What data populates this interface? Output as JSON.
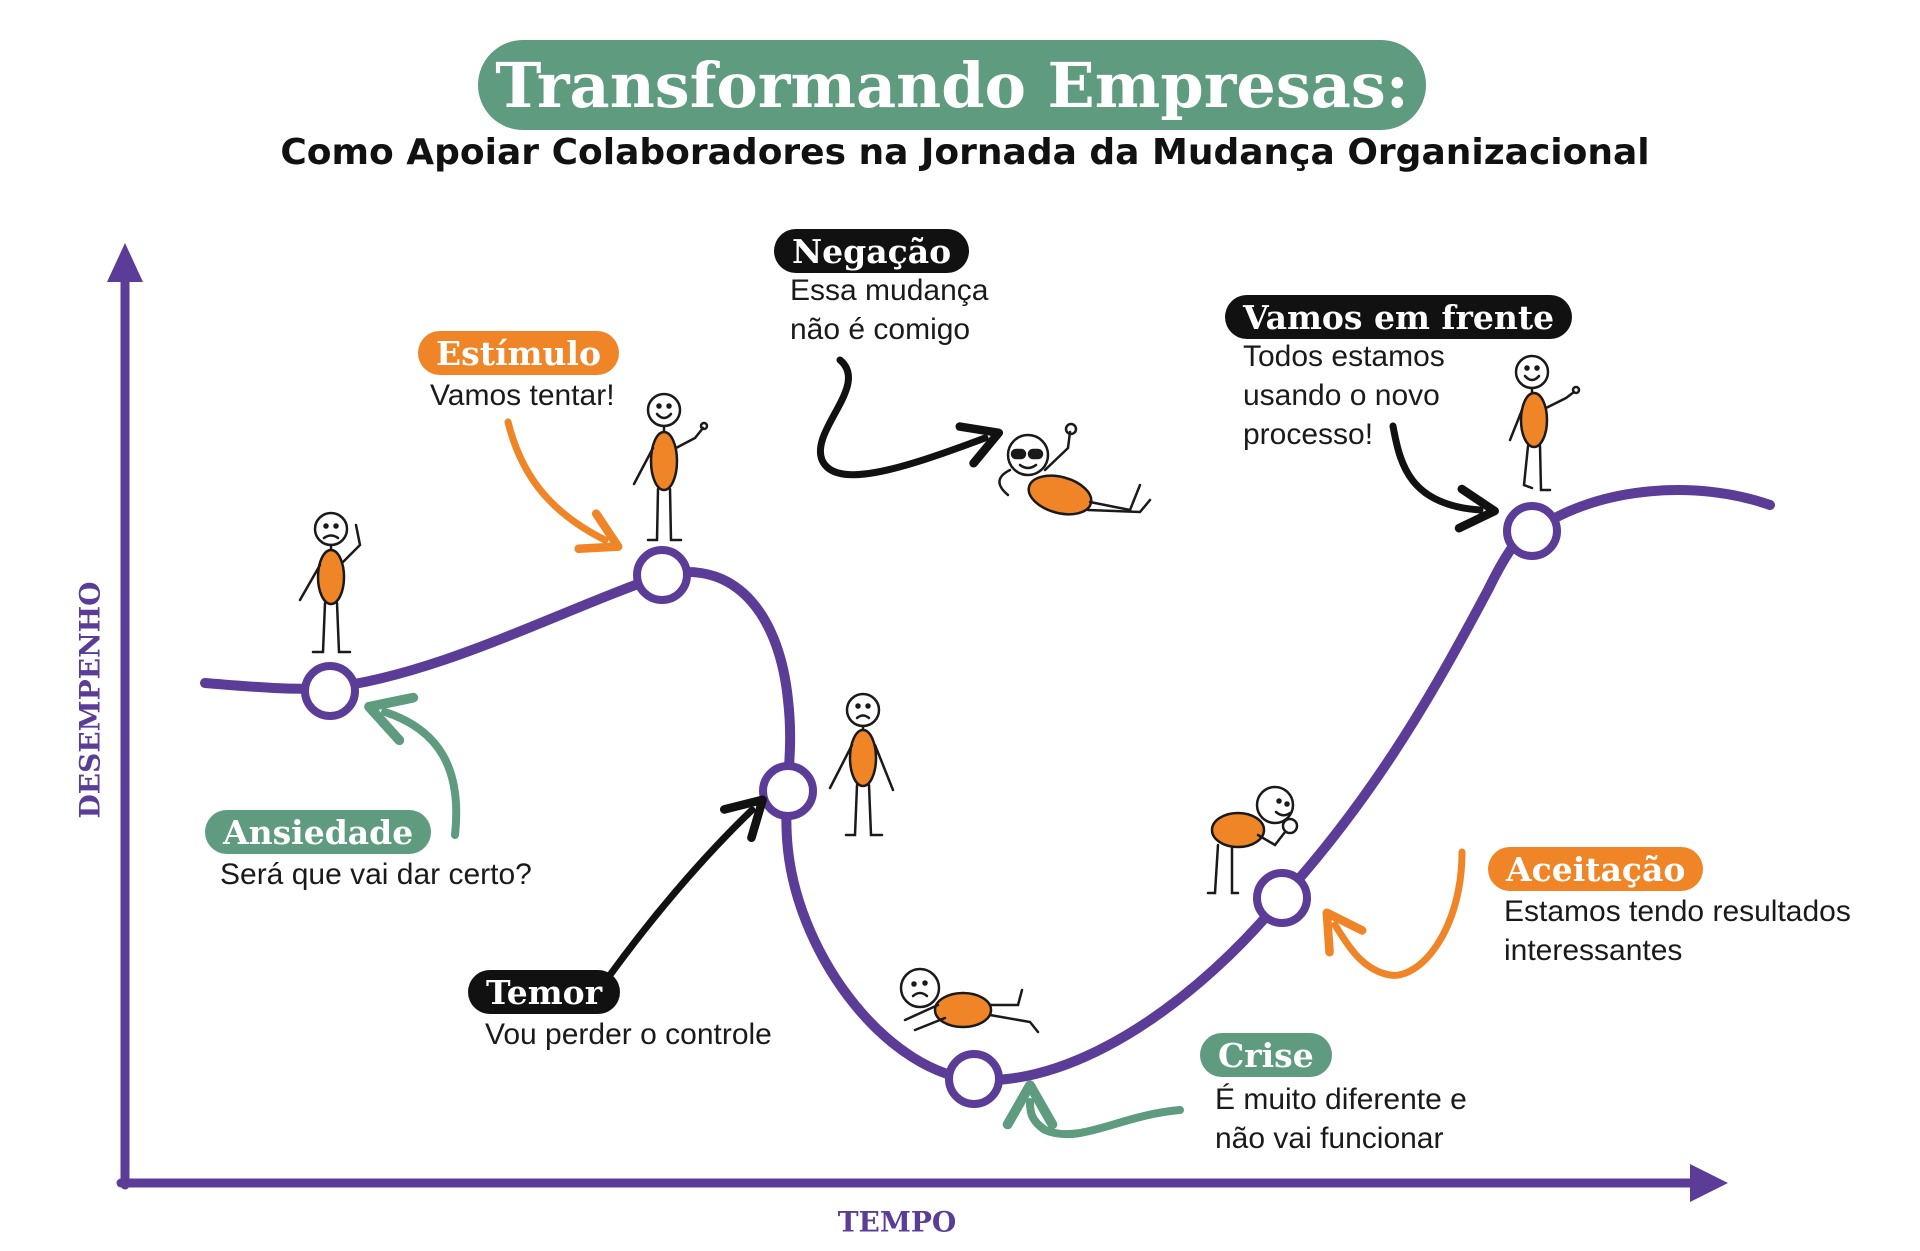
{
  "header": {
    "title": "Transformando Empresas:",
    "subtitle": "Como Apoiar Colaboradores na Jornada da Mudança Organizacional"
  },
  "axes": {
    "y_label": "DESEMPENHO",
    "x_label": "TEMPO"
  },
  "colors": {
    "curve": "#5b3c97",
    "green": "#5e9b7f",
    "orange": "#ef8526",
    "black": "#111111",
    "figure_body": "#ef8526"
  },
  "stages": [
    {
      "id": "ansiedade",
      "title": "Ansiedade",
      "text": "Será que vai dar certo?",
      "tag_color": "green",
      "figure": "worried-standing"
    },
    {
      "id": "estimulo",
      "title": "Estímulo",
      "text": "Vamos tentar!",
      "tag_color": "orange",
      "figure": "happy-waving"
    },
    {
      "id": "temor",
      "title": "Temor",
      "text": "Vou perder o controle",
      "tag_color": "black",
      "figure": "sad-standing"
    },
    {
      "id": "negacao",
      "title": "Negação",
      "text": "Essa mudança\nnão é comigo",
      "tag_color": "black",
      "figure": "relaxing-sunglasses"
    },
    {
      "id": "crise",
      "title": "Crise",
      "text": "É muito diferente e\nnão vai funcionar",
      "tag_color": "green",
      "figure": "lying-down-sad"
    },
    {
      "id": "aceitacao",
      "title": "Aceitação",
      "text": "Estamos tendo resultados\ninteressantes",
      "tag_color": "orange",
      "figure": "looking-with-magnifier"
    },
    {
      "id": "vamos-em-frente",
      "title": "Vamos em frente",
      "text": "Todos estamos\nusando o novo\nprocesso!",
      "tag_color": "black",
      "figure": "happy-waving"
    }
  ]
}
